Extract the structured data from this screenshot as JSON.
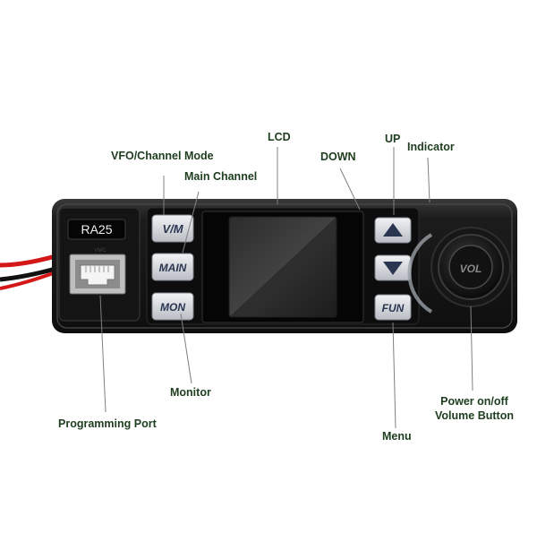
{
  "device": {
    "model": "RA25",
    "port_caption": "VMC",
    "buttons": {
      "vm": "V/M",
      "main": "MAIN",
      "mon": "MON",
      "fun": "FUN",
      "vol": "VOL"
    }
  },
  "callouts": {
    "vfo_mode": "VFO/Channel Mode",
    "main_channel": "Main Channel",
    "lcd": "LCD",
    "down": "DOWN",
    "up": "UP",
    "indicator": "Indicator",
    "monitor": "Monitor",
    "programming_port": "Programming Port",
    "menu": "Menu",
    "power_line1": "Power on/off",
    "power_line2": "Volume Button"
  },
  "colors": {
    "label_text": "#1e3d1e",
    "button_face": "#d9dce2",
    "body": "#1a1a1a",
    "cable_red": "#d41818"
  }
}
